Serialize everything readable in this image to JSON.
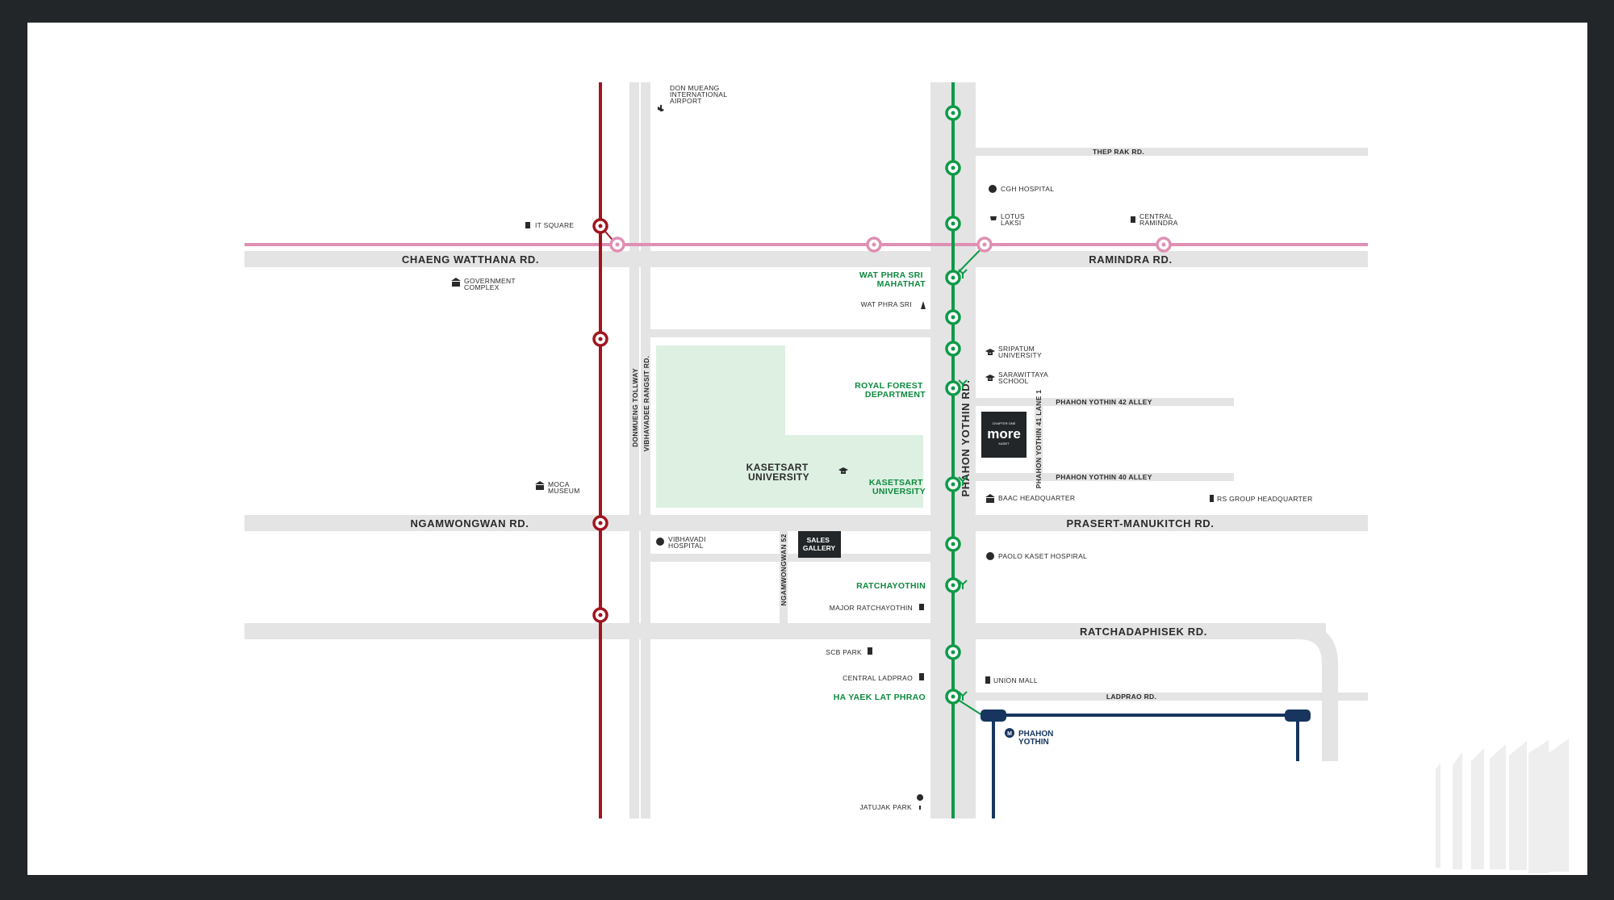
{
  "roads": {
    "chaeng_watthana": "CHAENG WATTHANA RD.",
    "ramindra": "RAMINDRA RD.",
    "ngamwongwan": "NGAMWONGWAN RD.",
    "prasert": "PRASERT-MANUKITCH RD.",
    "ratchadaphisek": "RATCHADAPHISEK RD.",
    "ladprao": "LADPRAO RD.",
    "thep_rak": "THEP RAK RD.",
    "phahon_42": "PHAHON YOTHIN 42 ALLEY",
    "phahon_40": "PHAHON YOTHIN 40 ALLEY",
    "phahon_41": "PHAHON YOTHIN 41 LANE 1",
    "phahon_yothin": "PHAHON YOTHIN RD.",
    "donmueang_tollway": "DONMUENG TOLLWAY",
    "vibhavadee": "VIBHAVADEE RANGSIT RD.",
    "ngamwongwan_52": "NGAMWONGWAN 52"
  },
  "stations": {
    "wat_phra_sri": [
      "WAT PHRA SRI",
      "MAHATHAT"
    ],
    "royal_forest": [
      "ROYAL FOREST",
      "DEPARTMENT"
    ],
    "kasetsart": [
      "KASETSART",
      "UNIVERSITY"
    ],
    "ratchayothin": "RATCHAYOTHIN",
    "ha_yaek": "HA YAEK LAT PHRAO",
    "phahon_yothin_mrt": [
      "PHAHON",
      "YOTHIN"
    ]
  },
  "landmarks": {
    "airport": [
      "DON MUEANG",
      "INTERNATIONAL",
      "AIRPORT"
    ],
    "cgh": "CGH HOSPITAL",
    "lotus": [
      "LOTUS",
      "LAKSI"
    ],
    "central_ramindra": [
      "CENTRAL",
      "RAMINDRA"
    ],
    "it_square": "IT SQUARE",
    "government": [
      "GOVERNMENT",
      "COMPLEX"
    ],
    "wat_phra_sri_temple": "WAT PHRA SRI",
    "sripatum": [
      "SRIPATUM",
      "UNIVERSITY"
    ],
    "sarawittaya": [
      "SARAWITTAYA",
      "SCHOOL"
    ],
    "moca": [
      "MOCA",
      "MUSEUM"
    ],
    "baac": "BAAC HEADQUARTER",
    "rs_group": "RS GROUP HEADQUARTER",
    "vibhavadi_hospital": [
      "VIBHAVADI",
      "HOSPITAL"
    ],
    "paolo": "PAOLO KASET HOSPIRAL",
    "major": "MAJOR RATCHAYOTHIN",
    "scb": "SCB PARK",
    "central_ladprao": "CENTRAL LADPRAO",
    "union_mall": "UNION MALL",
    "jatujak": "JATUJAK PARK",
    "kasetsart_univ": [
      "KASETSART",
      "UNIVERSITY"
    ],
    "sales_gallery": [
      "SALES",
      "GALLERY"
    ]
  },
  "project": {
    "top": "CHAPTER ONE",
    "name": "more",
    "sub": "KASET"
  },
  "colors": {
    "green_line": "#0e9a48",
    "red_line": "#a1151f",
    "pink_line": "#e08fb4",
    "blue_line": "#17355f",
    "road": "#e4e4e4",
    "campus": "#ddf0e2",
    "station_label": "#0e8a3e"
  }
}
